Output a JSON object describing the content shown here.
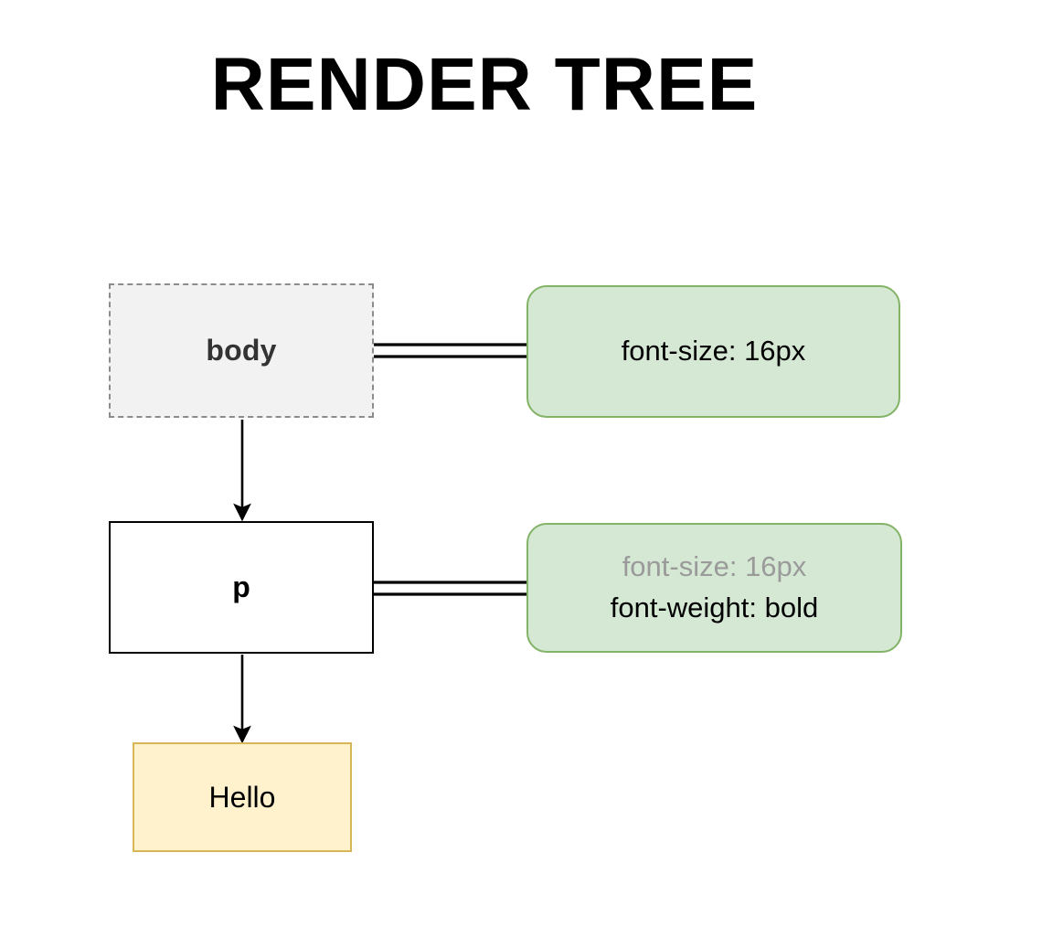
{
  "title": "RENDER TREE",
  "palette": {
    "background": "#ffffff",
    "title_color": "#000000",
    "body_node_fill": "#f2f2f2",
    "body_node_border": "#8c8c8c",
    "element_node_fill": "#ffffff",
    "element_node_border": "#000000",
    "text_node_fill": "#fff2cc",
    "text_node_border": "#d6b656",
    "style_box_fill": "#d5e8d4",
    "style_box_border": "#82b366",
    "inherited_text_color": "#9a9a9a",
    "connector_color": "#000000"
  },
  "nodes": {
    "body": {
      "label": "body",
      "kind": "element"
    },
    "p": {
      "label": "p",
      "kind": "element"
    },
    "text": {
      "label": "Hello",
      "kind": "text"
    }
  },
  "style_boxes": {
    "body_styles": {
      "lines": [
        {
          "text": "font-size: 16px",
          "inherited": false
        }
      ]
    },
    "p_styles": {
      "lines": [
        {
          "text": "font-size: 16px",
          "inherited": true
        },
        {
          "text": "font-weight: bold",
          "inherited": false
        }
      ]
    }
  },
  "connectors": [
    {
      "name": "body-to-p",
      "type": "arrow"
    },
    {
      "name": "p-to-text",
      "type": "arrow"
    },
    {
      "name": "body-to-styles",
      "type": "double-line"
    },
    {
      "name": "p-to-styles",
      "type": "double-line"
    }
  ]
}
